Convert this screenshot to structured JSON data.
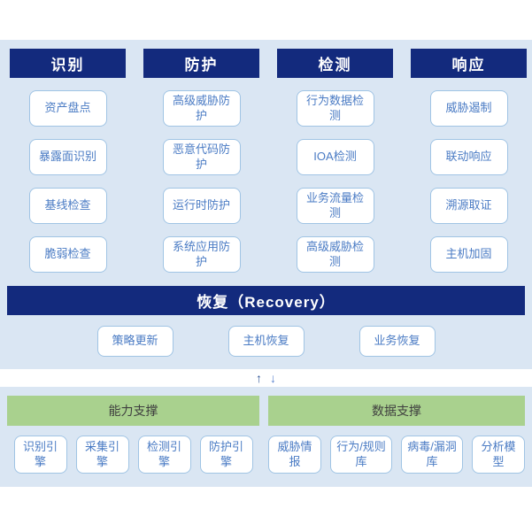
{
  "colors": {
    "navy_header": "#132a7d",
    "panel_background": "#dae6f3",
    "box_border": "#a0c4e4",
    "box_text": "#4a7bc4",
    "green_header": "#a9d18e",
    "green_header_text": "#3f3f3f",
    "arrow_up": "#2f5597",
    "arrow_down": "#5b84cf"
  },
  "columns": [
    {
      "header": "识别",
      "items": [
        "资产盘点",
        "暴露面识别",
        "基线检查",
        "脆弱检查"
      ]
    },
    {
      "header": "防护",
      "items": [
        "高级威胁防护",
        "恶意代码防护",
        "运行时防护",
        "系统应用防护"
      ]
    },
    {
      "header": "检测",
      "items": [
        "行为数据检测",
        "IOA检测",
        "业务流量检测",
        "高级威胁检测"
      ]
    },
    {
      "header": "响应",
      "items": [
        "威胁遏制",
        "联动响应",
        "溯源取证",
        "主机加固"
      ]
    }
  ],
  "recovery": {
    "header": "恢复（Recovery）",
    "items": [
      "策略更新",
      "主机恢复",
      "业务恢复"
    ]
  },
  "arrows": {
    "up": "↑",
    "down": "↓"
  },
  "support": [
    {
      "header": "能力支撑",
      "items": [
        "识别引擎",
        "采集引擎",
        "检测引擎",
        "防护引擎"
      ]
    },
    {
      "header": "数据支撑",
      "items": [
        "威胁情报",
        "行为/规则库",
        "病毒/漏洞库",
        "分析模型"
      ]
    }
  ]
}
